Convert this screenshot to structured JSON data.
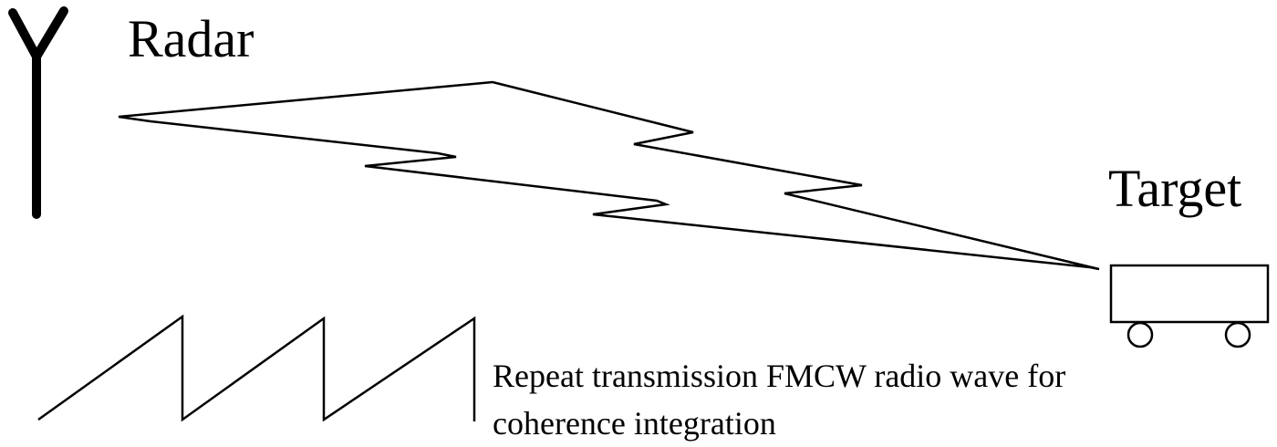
{
  "labels": {
    "radar": "Radar",
    "target": "Target"
  },
  "caption": {
    "line1": "Repeat transmission FMCW radio wave for",
    "line2": "coherence integration"
  },
  "icons": {
    "antenna": "antenna-icon",
    "vehicle": "target-vehicle-icon",
    "signal": "lightning-signal-icon",
    "waveform": "sawtooth-waveform-icon"
  },
  "colors": {
    "ink": "#000000",
    "background": "#ffffff"
  }
}
